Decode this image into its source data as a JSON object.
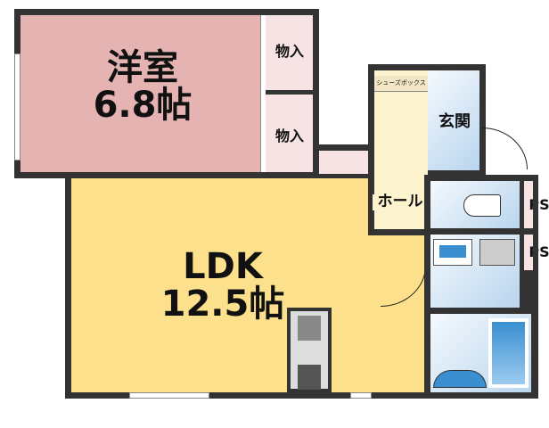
{
  "rooms": {
    "western": {
      "name": "洋室",
      "size": "6.8帖"
    },
    "closet1": "物入",
    "closet2": "物入",
    "shoebox": "シューズボックス",
    "entrance": "玄関",
    "hall": "ホール",
    "ps1": "PS",
    "ps2": "PS",
    "ldk": {
      "name": "LDK",
      "size": "12.5帖"
    }
  },
  "colors": {
    "western": "#e6b3b3",
    "closet": "#f7e3e3",
    "ldk": "#fde08c",
    "wet": "#cfe2f3",
    "wall": "#333333"
  }
}
